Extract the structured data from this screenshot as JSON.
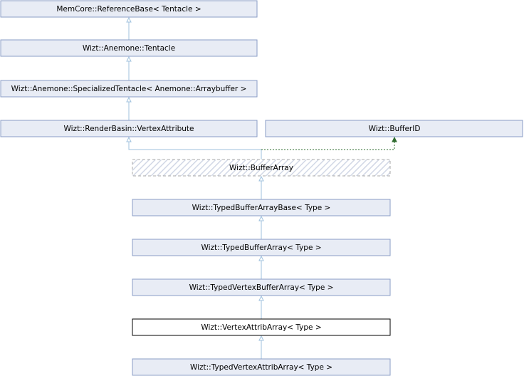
{
  "diagram": {
    "nodes": {
      "reference_base": "MemCore::ReferenceBase< Tentacle >",
      "tentacle": "Wizt::Anemone::Tentacle",
      "specialized_tentacle": "Wizt::Anemone::SpecializedTentacle< Anemone::Arraybuffer >",
      "vertex_attribute": "Wizt::RenderBasin::VertexAttribute",
      "buffer_id": "Wizt::BufferID",
      "buffer_array": "Wizt::BufferArray",
      "typed_buffer_array_base": "Wizt::TypedBufferArrayBase< Type >",
      "typed_buffer_array": "Wizt::TypedBufferArray< Type >",
      "typed_vertex_buffer_array": "Wizt::TypedVertexBufferArray< Type >",
      "vertex_attrib_array": "Wizt::VertexAttribArray< Type >",
      "typed_vertex_attrib_array": "Wizt::TypedVertexAttribArray< Type >"
    },
    "colors": {
      "node_fill": "#e8ecf5",
      "node_border": "#8a9dc6",
      "highlight_fill": "#ffffff",
      "highlight_border": "#000000",
      "inheritance_edge": "#9fc1de",
      "private_edge": "#2e6b2e"
    }
  }
}
